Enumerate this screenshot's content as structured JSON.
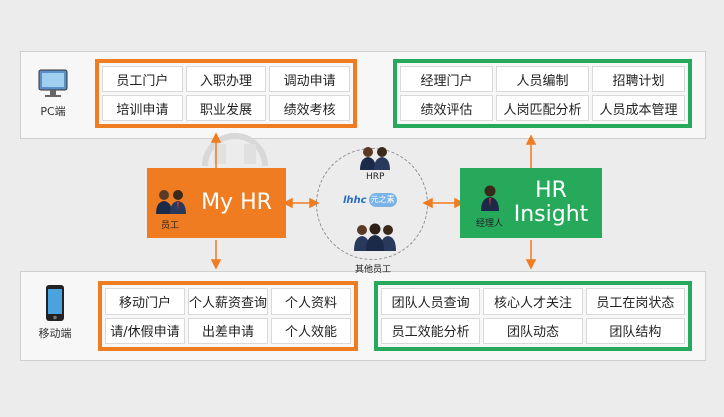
{
  "pc": {
    "label": "PC端",
    "left_items": [
      "员工门户",
      "入职办理",
      "调动申请",
      "培训申请",
      "职业发展",
      "绩效考核"
    ],
    "right_items": [
      "经理门户",
      "人员编制",
      "招聘计划",
      "绩效评估",
      "人岗匹配分析",
      "人员成本管理"
    ]
  },
  "mobile": {
    "label": "移动端",
    "left_items": [
      "移动门户",
      "个人薪资查询",
      "个人资料",
      "请/休假申请",
      "出差申请",
      "个人效能"
    ],
    "right_items": [
      "团队人员查询",
      "核心人才关注",
      "员工在岗状态",
      "员工效能分析",
      "团队动态",
      "团队结构"
    ]
  },
  "hubs": {
    "myhr": {
      "title": "My HR",
      "person_label": "员工"
    },
    "insight": {
      "title": "HR\nInsight",
      "person_label": "经理人"
    }
  },
  "center": {
    "top_label": "HRP",
    "bottom_label": "其他员工",
    "logo_mark": "lhhc",
    "logo_text": "元之素"
  },
  "colors": {
    "orange": "#f07c22",
    "green": "#27a95b"
  }
}
